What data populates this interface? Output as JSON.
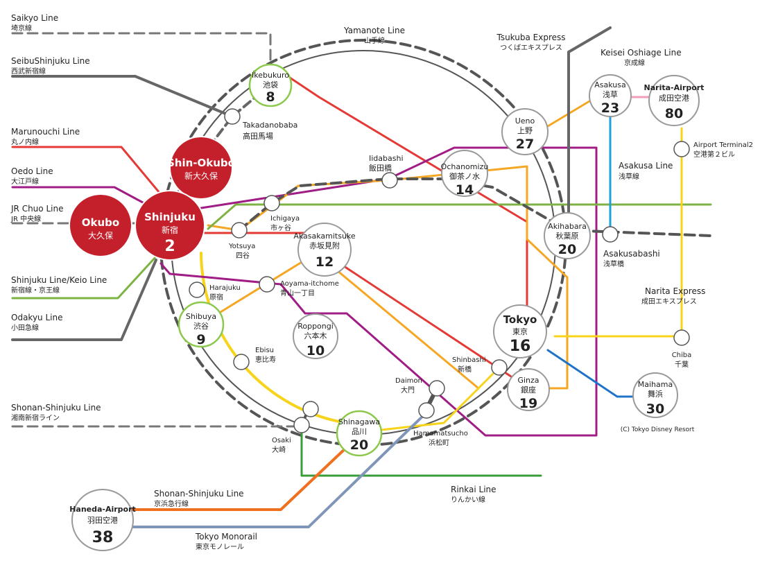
{
  "colors": {
    "jr_gray": "#555555",
    "marunouchi": "#e53935",
    "oedo": "#a01d86",
    "chuo": "#f5a623",
    "green": "#7cb342",
    "yamanote_ring": "#555555",
    "yellow": "#f7d319",
    "asakusa_line": "#1ea1d8",
    "keisei": "#f29db9",
    "monorail": "#7f96b9",
    "keikyu": "#f07020",
    "keiyo": "#1e73c8",
    "rinkai": "#3a9b3a",
    "station_highlight": "#c4202b",
    "station_green_ring": "#8cc84b",
    "station_gray_ring": "#999999"
  },
  "lines": {
    "saikyo": {
      "en": "Saikyo Line",
      "jp": "埼京線"
    },
    "seibu": {
      "en": "SeibuShinjuku Line",
      "jp": "西武新宿線"
    },
    "marunouchi": {
      "en": "Marunouchi Line",
      "jp": "丸ノ内線"
    },
    "oedo": {
      "en": "Oedo Line",
      "jp": "大江戸線"
    },
    "jrchuo": {
      "en": "JR Chuo Line",
      "jp": "JR 中央線"
    },
    "keio": {
      "en": "Shinjuku Line/Keio Line",
      "jp": "新宿線・京王線"
    },
    "odakyu": {
      "en": "Odakyu Line",
      "jp": "小田急線"
    },
    "shonan_w": {
      "en": "Shonan-Shinjuku Line",
      "jp": "湘南新宿ライン"
    },
    "yamanote": {
      "en": "Yamanote Line",
      "jp": "山手線"
    },
    "tsukuba": {
      "en": "Tsukuba Express",
      "jp": "つくばエキスプレス"
    },
    "keisei": {
      "en": "Keisei Oshiage Line",
      "jp": "京成線"
    },
    "asakusa": {
      "en": "Asakusa Line",
      "jp": "浅草線"
    },
    "narita_exp": {
      "en": "Narita Express",
      "jp": "成田エキスプレス"
    },
    "rinkai": {
      "en": "Rinkai Line",
      "jp": "りんかい線"
    },
    "keikyu": {
      "en": "Shonan-Shinjuku Line",
      "jp": "京浜急行線"
    },
    "monorail": {
      "en": "Tokyo Monorail",
      "jp": "東京モノレール"
    }
  },
  "stations": {
    "shinjuku": {
      "en": "Shinjuku",
      "jp": "新宿",
      "num": "2"
    },
    "shinokubo": {
      "en": "Shin-Okubo",
      "jp": "新大久保"
    },
    "okubo": {
      "en": "Okubo",
      "jp": "大久保"
    },
    "ikebukuro": {
      "en": "Ikebukuro",
      "jp": "池袋",
      "num": "8"
    },
    "takadanobaba": {
      "en": "Takadanobaba",
      "jp": "高田馬場"
    },
    "ueno": {
      "en": "Ueno",
      "jp": "上野",
      "num": "27"
    },
    "asakusa": {
      "en": "Asakusa",
      "jp": "浅草",
      "num": "23"
    },
    "narita": {
      "en": "Narita-Airport",
      "jp": "成田空港",
      "num": "80"
    },
    "airportt2": {
      "en": "Airport Terminal2",
      "jp": "空港第２ビル"
    },
    "iidabashi": {
      "en": "Iidabashi",
      "jp": "飯田橋"
    },
    "ochanomizu": {
      "en": "Ochanomizu",
      "jp": "御茶ノ水",
      "num": "14"
    },
    "akihabara": {
      "en": "Akihabara",
      "jp": "秋葉原",
      "num": "20"
    },
    "asakusabashi": {
      "en": "Asakusabashi",
      "jp": "浅草橋"
    },
    "ichigaya": {
      "en": "Ichigaya",
      "jp": "市ヶ谷"
    },
    "yotsuya": {
      "en": "Yotsuya",
      "jp": "四谷"
    },
    "akasakamitsuke": {
      "en": "Akasakamitsuke",
      "jp": "赤坂見附",
      "num": "12"
    },
    "harajuku": {
      "en": "Harajuku",
      "jp": "原宿"
    },
    "aoyama": {
      "en": "Aoyama-itchome",
      "jp": "青山一丁目"
    },
    "shibuya": {
      "en": "Shibuya",
      "jp": "渋谷",
      "num": "9"
    },
    "roppongi": {
      "en": "Roppongi",
      "jp": "六本木",
      "num": "10"
    },
    "ebisu": {
      "en": "Ebisu",
      "jp": "恵比寿"
    },
    "tokyo": {
      "en": "Tokyo",
      "jp": "東京",
      "num": "16"
    },
    "chiba": {
      "en": "Chiba",
      "jp": "千葉"
    },
    "shinbashi": {
      "en": "Shinbashi",
      "jp": "新橋"
    },
    "daimon": {
      "en": "Daimon",
      "jp": "大門"
    },
    "ginza": {
      "en": "Ginza",
      "jp": "銀座",
      "num": "19"
    },
    "maihama": {
      "en": "Maihama",
      "jp": "舞浜",
      "num": "30"
    },
    "shinagawa": {
      "en": "Shinagawa",
      "jp": "品川",
      "num": "20"
    },
    "hamamatsucho": {
      "en": "Hamamatsucho",
      "jp": "浜松町"
    },
    "osaki": {
      "en": "Osaki",
      "jp": "大崎"
    },
    "haneda": {
      "en": "Haneda-Airport",
      "jp": "羽田空港",
      "num": "38"
    }
  },
  "credit": "(C) Tokyo Disney Resort"
}
